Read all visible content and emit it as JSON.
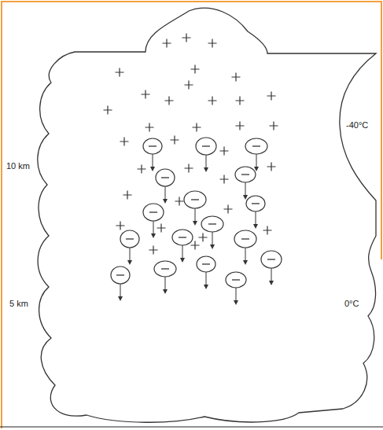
{
  "diagram": {
    "labels": [
      "10 km",
      "5 km",
      "-40°C",
      "0°C"
    ]
  }
}
